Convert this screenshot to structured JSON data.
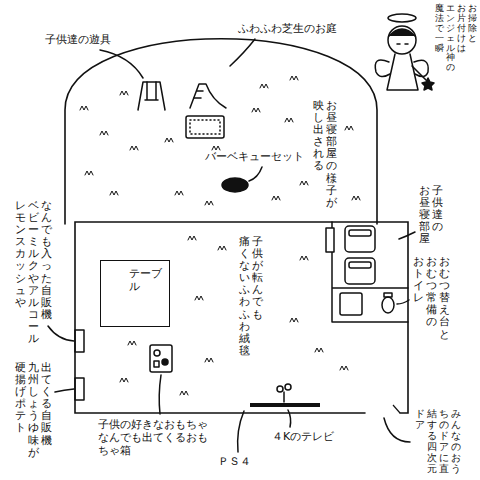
{
  "diagram": {
    "nodes": [
      {
        "text": [
          "バーベキューセット",
          "お昼寝部屋の様子が映し出される"
        ]
      },
      {
        "text": [
          "子供が転んでも痛くないふわふわ絨毯"
        ]
      },
      {
        "text": [
          "テーブル"
        ],
        "in": 1
      }
    ],
    "labels": [
      "子供達の遊具",
      "ふわふわ芝生のお庭",
      "お掃除とお片付けはエンジェル神の魔法で一瞬",
      "子供達のお昼寝部屋",
      "おむつ替え台とおむつ常備のおトイレ",
      "レモンスカッシュやベビーミルクやアルコールなんでも入った自販機",
      "硬揚げポテト九州しょうゆ味が出てくる自販機",
      "子供の好きなおもちゃなんでも出てくるおもちゃ箱",
      "ＰＳ４",
      "４Kのテレビ",
      "みんなのおうちのドアに直結する四次元ドア"
    ]
  }
}
